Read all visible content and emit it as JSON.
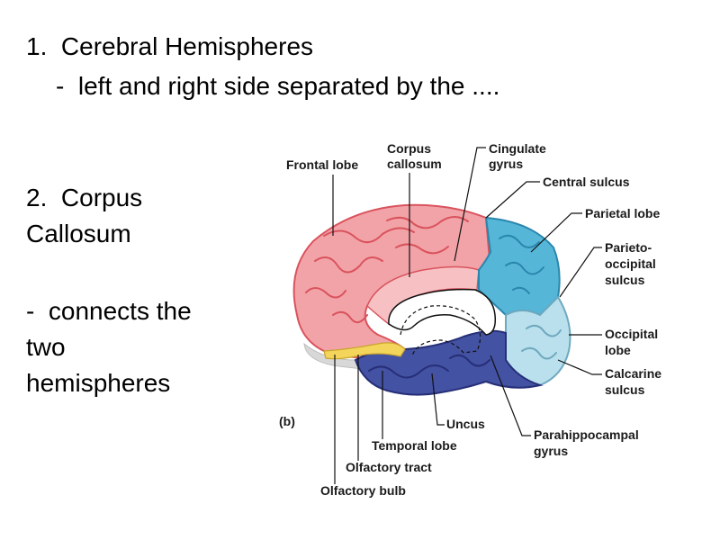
{
  "slide": {
    "item1_title": "1.  Cerebral Hemispheres",
    "item1_sub": "-  left and right side separated by the ....",
    "item2_lines": [
      "2.  Corpus",
      "Callosum"
    ],
    "item3_lines": [
      "-  connects the",
      "two",
      "hemispheres"
    ]
  },
  "figure": {
    "panel_label": "(b)",
    "labels": {
      "frontal_lobe": "Frontal lobe",
      "corpus_callosum_1": "Corpus",
      "corpus_callosum_2": "callosum",
      "cingulate_gyrus_1": "Cingulate",
      "cingulate_gyrus_2": "gyrus",
      "central_sulcus": "Central sulcus",
      "parietal_lobe": "Parietal lobe",
      "parieto_occipital_1": "Parieto-",
      "parieto_occipital_2": "occipital",
      "parieto_occipital_3": "sulcus",
      "occipital_lobe_1": "Occipital",
      "occipital_lobe_2": "lobe",
      "calcarine_sulcus_1": "Calcarine",
      "calcarine_sulcus_2": "sulcus",
      "uncus": "Uncus",
      "parahippocampal_1": "Parahippocampal",
      "parahippocampal_2": "gyrus",
      "temporal_lobe": "Temporal lobe",
      "olfactory_tract": "Olfactory tract",
      "olfactory_bulb": "Olfactory bulb"
    },
    "colors": {
      "frontal": "#f2a3a8",
      "frontal_dark": "#d9535d",
      "parietal": "#56b6d8",
      "parietal_dark": "#2a86ad",
      "occipital": "#b9e0ec",
      "occipital_dark": "#6fa9bf",
      "temporal": "#4452a3",
      "temporal_dark": "#262f78",
      "olfactory": "#f3d55c",
      "brainstem": "#d8d8d8"
    }
  }
}
